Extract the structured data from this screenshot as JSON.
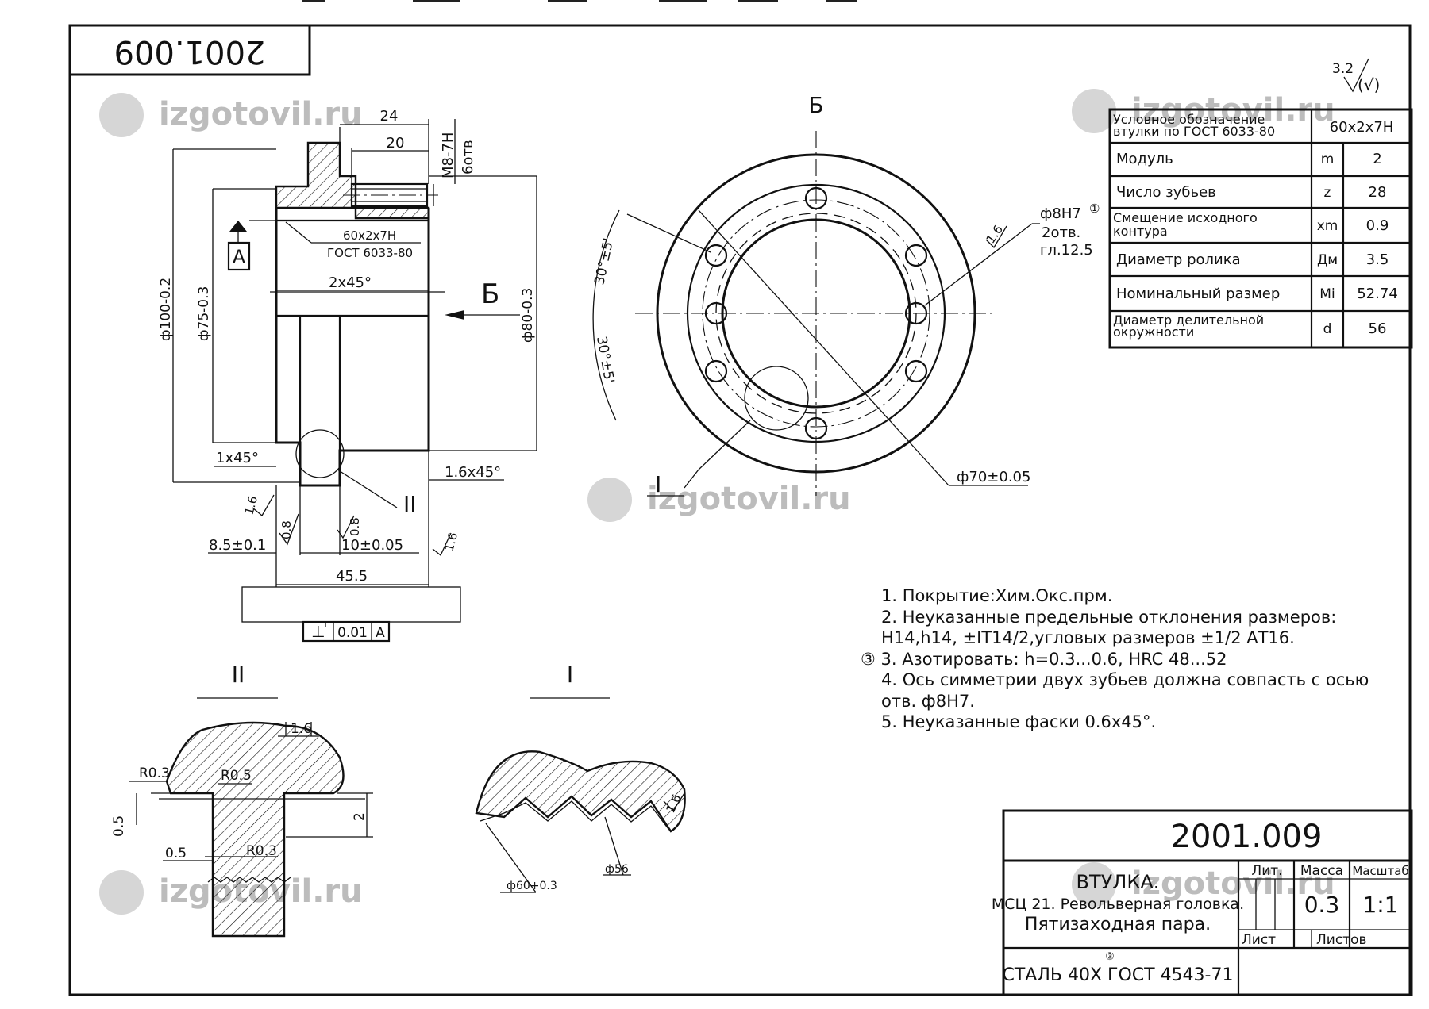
{
  "drawing_number": "2001.009",
  "drawing_number_rotated": "2001.009",
  "watermark": "izgotovil.ru",
  "roughness_general": {
    "value": "3.2",
    "suffix": "(√)"
  },
  "view_b_label": "Б",
  "view_b_arrow_label": "Б",
  "detail_labels": {
    "one": "I",
    "two": "II"
  },
  "datum_label": "A",
  "dims_section": {
    "d24": "24",
    "d20": "20",
    "thread": "М8-7Н",
    "thread_qty": "6отв",
    "spline": "60х2х7Н",
    "spline_std": "ГОСТ 6033-80",
    "d100": "ф100-0.2",
    "d75": "ф75-0.3",
    "d80": "ф80-0.3",
    "chamfer_2x45": "2х45°",
    "chamfer_1x45": "1х45°",
    "chamfer_16x45": "1.6х45°",
    "rough_16a": "1.6",
    "rough_16b": "1.6",
    "rough_08a": "0.8",
    "rough_08b": "0.8",
    "d85": "8.5±0.1",
    "d10": "10±0.05",
    "d455": "45.5",
    "tol_symbol": "⊥",
    "tol_value": "0.01",
    "tol_datum": "A"
  },
  "dims_view": {
    "angle1": "30°±5'",
    "angle2": "30°±5'",
    "hole": "ф8Н7",
    "hole_mark": "①",
    "hole_qty": "2отв.",
    "hole_depth": "гл.12.5",
    "rough": "1.6",
    "d70": "ф70±0.05"
  },
  "detail_two": {
    "r03a": "R0.3",
    "r05": "R0.5",
    "r03b": "R0.3",
    "d16": "1.6",
    "d05a": "0.5",
    "d05b": "0.5",
    "d2": "2"
  },
  "detail_one": {
    "d60": "ф60+0.3",
    "d56": "ф56",
    "rough": "1.6"
  },
  "spec_table": {
    "header_label": "Условное обозначение втулки по ГОСТ 6033-80",
    "header_value": "60х2х7Н",
    "rows": [
      {
        "label": "Модуль",
        "sym": "m",
        "value": "2"
      },
      {
        "label": "Число зубьев",
        "sym": "z",
        "value": "28"
      },
      {
        "label": "Смещение исходного контура",
        "sym": "xm",
        "value": "0.9"
      },
      {
        "label": "Диаметр ролика",
        "sym": "Дм",
        "value": "3.5"
      },
      {
        "label": "Номинальный размер",
        "sym": "Mi",
        "value": "52.74"
      },
      {
        "label": "Диаметр делительной окружности",
        "sym": "d",
        "value": "56"
      }
    ]
  },
  "notes": [
    "1. Покрытие:Хим.Окс.прм.",
    "2. Неуказанные предельные отклонения размеров:",
    "Н14,h14, ±IT14/2,угловых размеров  ±1/2 АТ16.",
    "3. Азотировать: h=0.3...0.6, HRC 48...52",
    "4. Ось симметрии двух зубьев должна совпасть с осью",
    "отв.  ф8Н7.",
    "5. Неуказанные фаски 0.6х45°."
  ],
  "note_marker": "③",
  "title_block": {
    "number": "2001.009",
    "name1": "ВТУЛКА.",
    "name2": "МСЦ 21. Револьверная головка.",
    "name3": "Пятизаходная пара.",
    "lit_label": "Лит.",
    "mass_label": "Масса",
    "scale_label": "Масштаб",
    "mass_value": "0.3",
    "scale_value": "1:1",
    "sheet_label": "Лист",
    "sheets_label": "Листов",
    "material": "СТАЛЬ 40Х ГОСТ 4543-71",
    "material_mark": "③"
  }
}
